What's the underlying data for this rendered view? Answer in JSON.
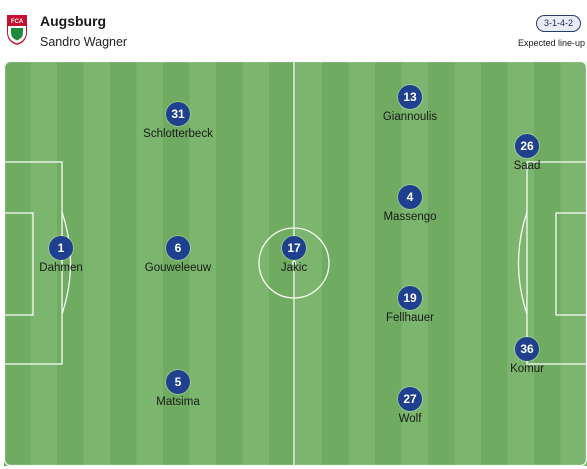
{
  "team": {
    "name": "Augsburg",
    "coach": "Sandro Wagner",
    "formation": "3-1-4-2",
    "lineup_status": "Expected line-up",
    "crest_text": "FCA"
  },
  "colors": {
    "pitch_light": "#7cb66e",
    "pitch_dark": "#6fac62",
    "player_circle": "#1f3f8f",
    "crest_red": "#c8102e",
    "crest_green": "#1e8a3c"
  },
  "players": [
    {
      "number": "1",
      "name": "Dahmen"
    },
    {
      "number": "31",
      "name": "Schlotterbeck"
    },
    {
      "number": "6",
      "name": "Gouweleeuw"
    },
    {
      "number": "5",
      "name": "Matsima"
    },
    {
      "number": "17",
      "name": "Jakic"
    },
    {
      "number": "13",
      "name": "Giannoulis"
    },
    {
      "number": "4",
      "name": "Massengo"
    },
    {
      "number": "19",
      "name": "Fellhauer"
    },
    {
      "number": "27",
      "name": "Wolf"
    },
    {
      "number": "26",
      "name": "Saad"
    },
    {
      "number": "36",
      "name": "Komur"
    }
  ]
}
